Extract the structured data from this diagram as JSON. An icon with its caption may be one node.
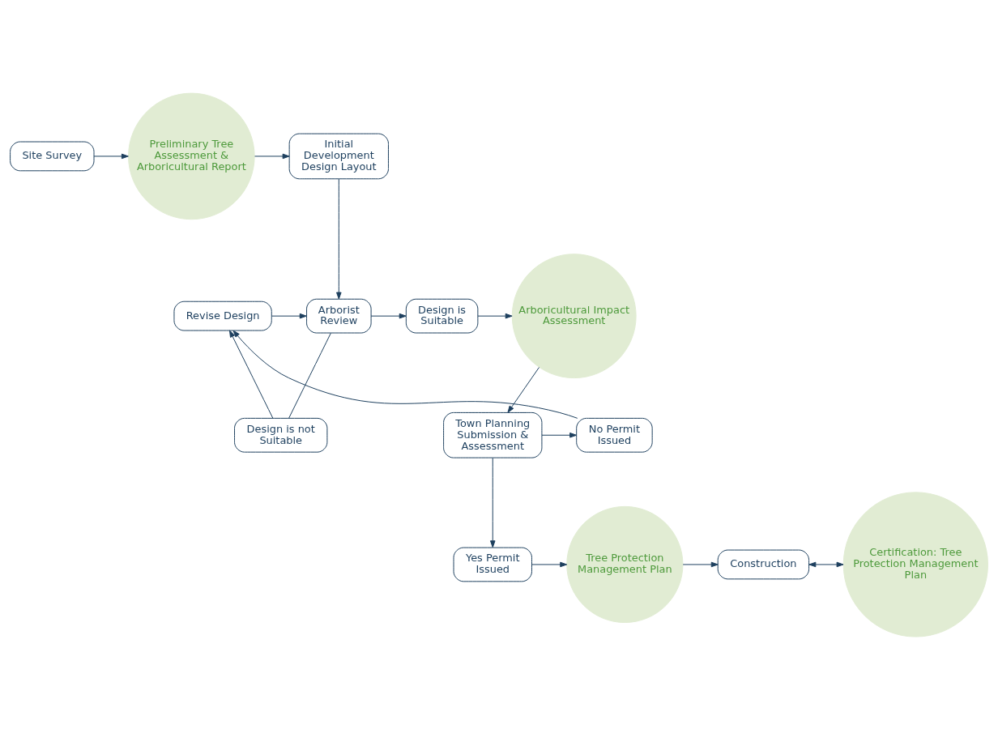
{
  "diagram": {
    "nodes": [
      {
        "text": [
          "Site Survey"
        ]
      },
      {
        "text": [
          "Preliminary Tree Assessment & Arboricultural Report"
        ]
      },
      {
        "text": [
          "Initial Development Design Layout"
        ]
      },
      {
        "text": [
          "Arborist Review"
        ]
      },
      {
        "text": [
          "Design is Suitable"
        ]
      },
      {
        "text": [
          "Arboricultural Impact Assessment"
        ]
      },
      {
        "text": [
          "Design is not Suitable"
        ]
      },
      {
        "text": [
          "Revise Design"
        ]
      },
      {
        "text": [
          "Town Planning Submission & Assessment"
        ]
      },
      {
        "text": [
          "No Permit Issued"
        ]
      },
      {
        "text": [
          "Certification: Tree Protection Management Plan"
        ]
      },
      {
        "text": [
          "Construction"
        ]
      },
      {
        "text": [
          "Tree Protection Management Plan"
        ]
      },
      {
        "text": [
          "Yes Permit Issued"
        ]
      }
    ],
    "edges": [
      {
        "from": 0,
        "to": 1,
        "arrow": "to"
      },
      {
        "from": 1,
        "to": 2,
        "arrow": "to"
      },
      {
        "from": 2,
        "to": 3,
        "arrow": "to"
      },
      {
        "from": 3,
        "to": 4,
        "arrow": "to"
      },
      {
        "from": 3,
        "to": 6,
        "arrow": "none"
      },
      {
        "from": 4,
        "to": 5,
        "arrow": "to"
      },
      {
        "from": 6,
        "to": 7,
        "arrow": "to"
      },
      {
        "from": 7,
        "to": 3,
        "arrow": "to"
      },
      {
        "from": 5,
        "to": 8,
        "arrow": "to"
      },
      {
        "from": 8,
        "to": 9,
        "arrow": "to"
      },
      {
        "from": 9,
        "to": 7,
        "arrow": "to"
      },
      {
        "from": 8,
        "to": 13,
        "arrow": "to"
      },
      {
        "from": 13,
        "to": 12,
        "arrow": "to"
      },
      {
        "from": 12,
        "to": 11,
        "arrow": "to"
      },
      {
        "from": 11,
        "to": 10,
        "arrow": "both"
      }
    ]
  }
}
